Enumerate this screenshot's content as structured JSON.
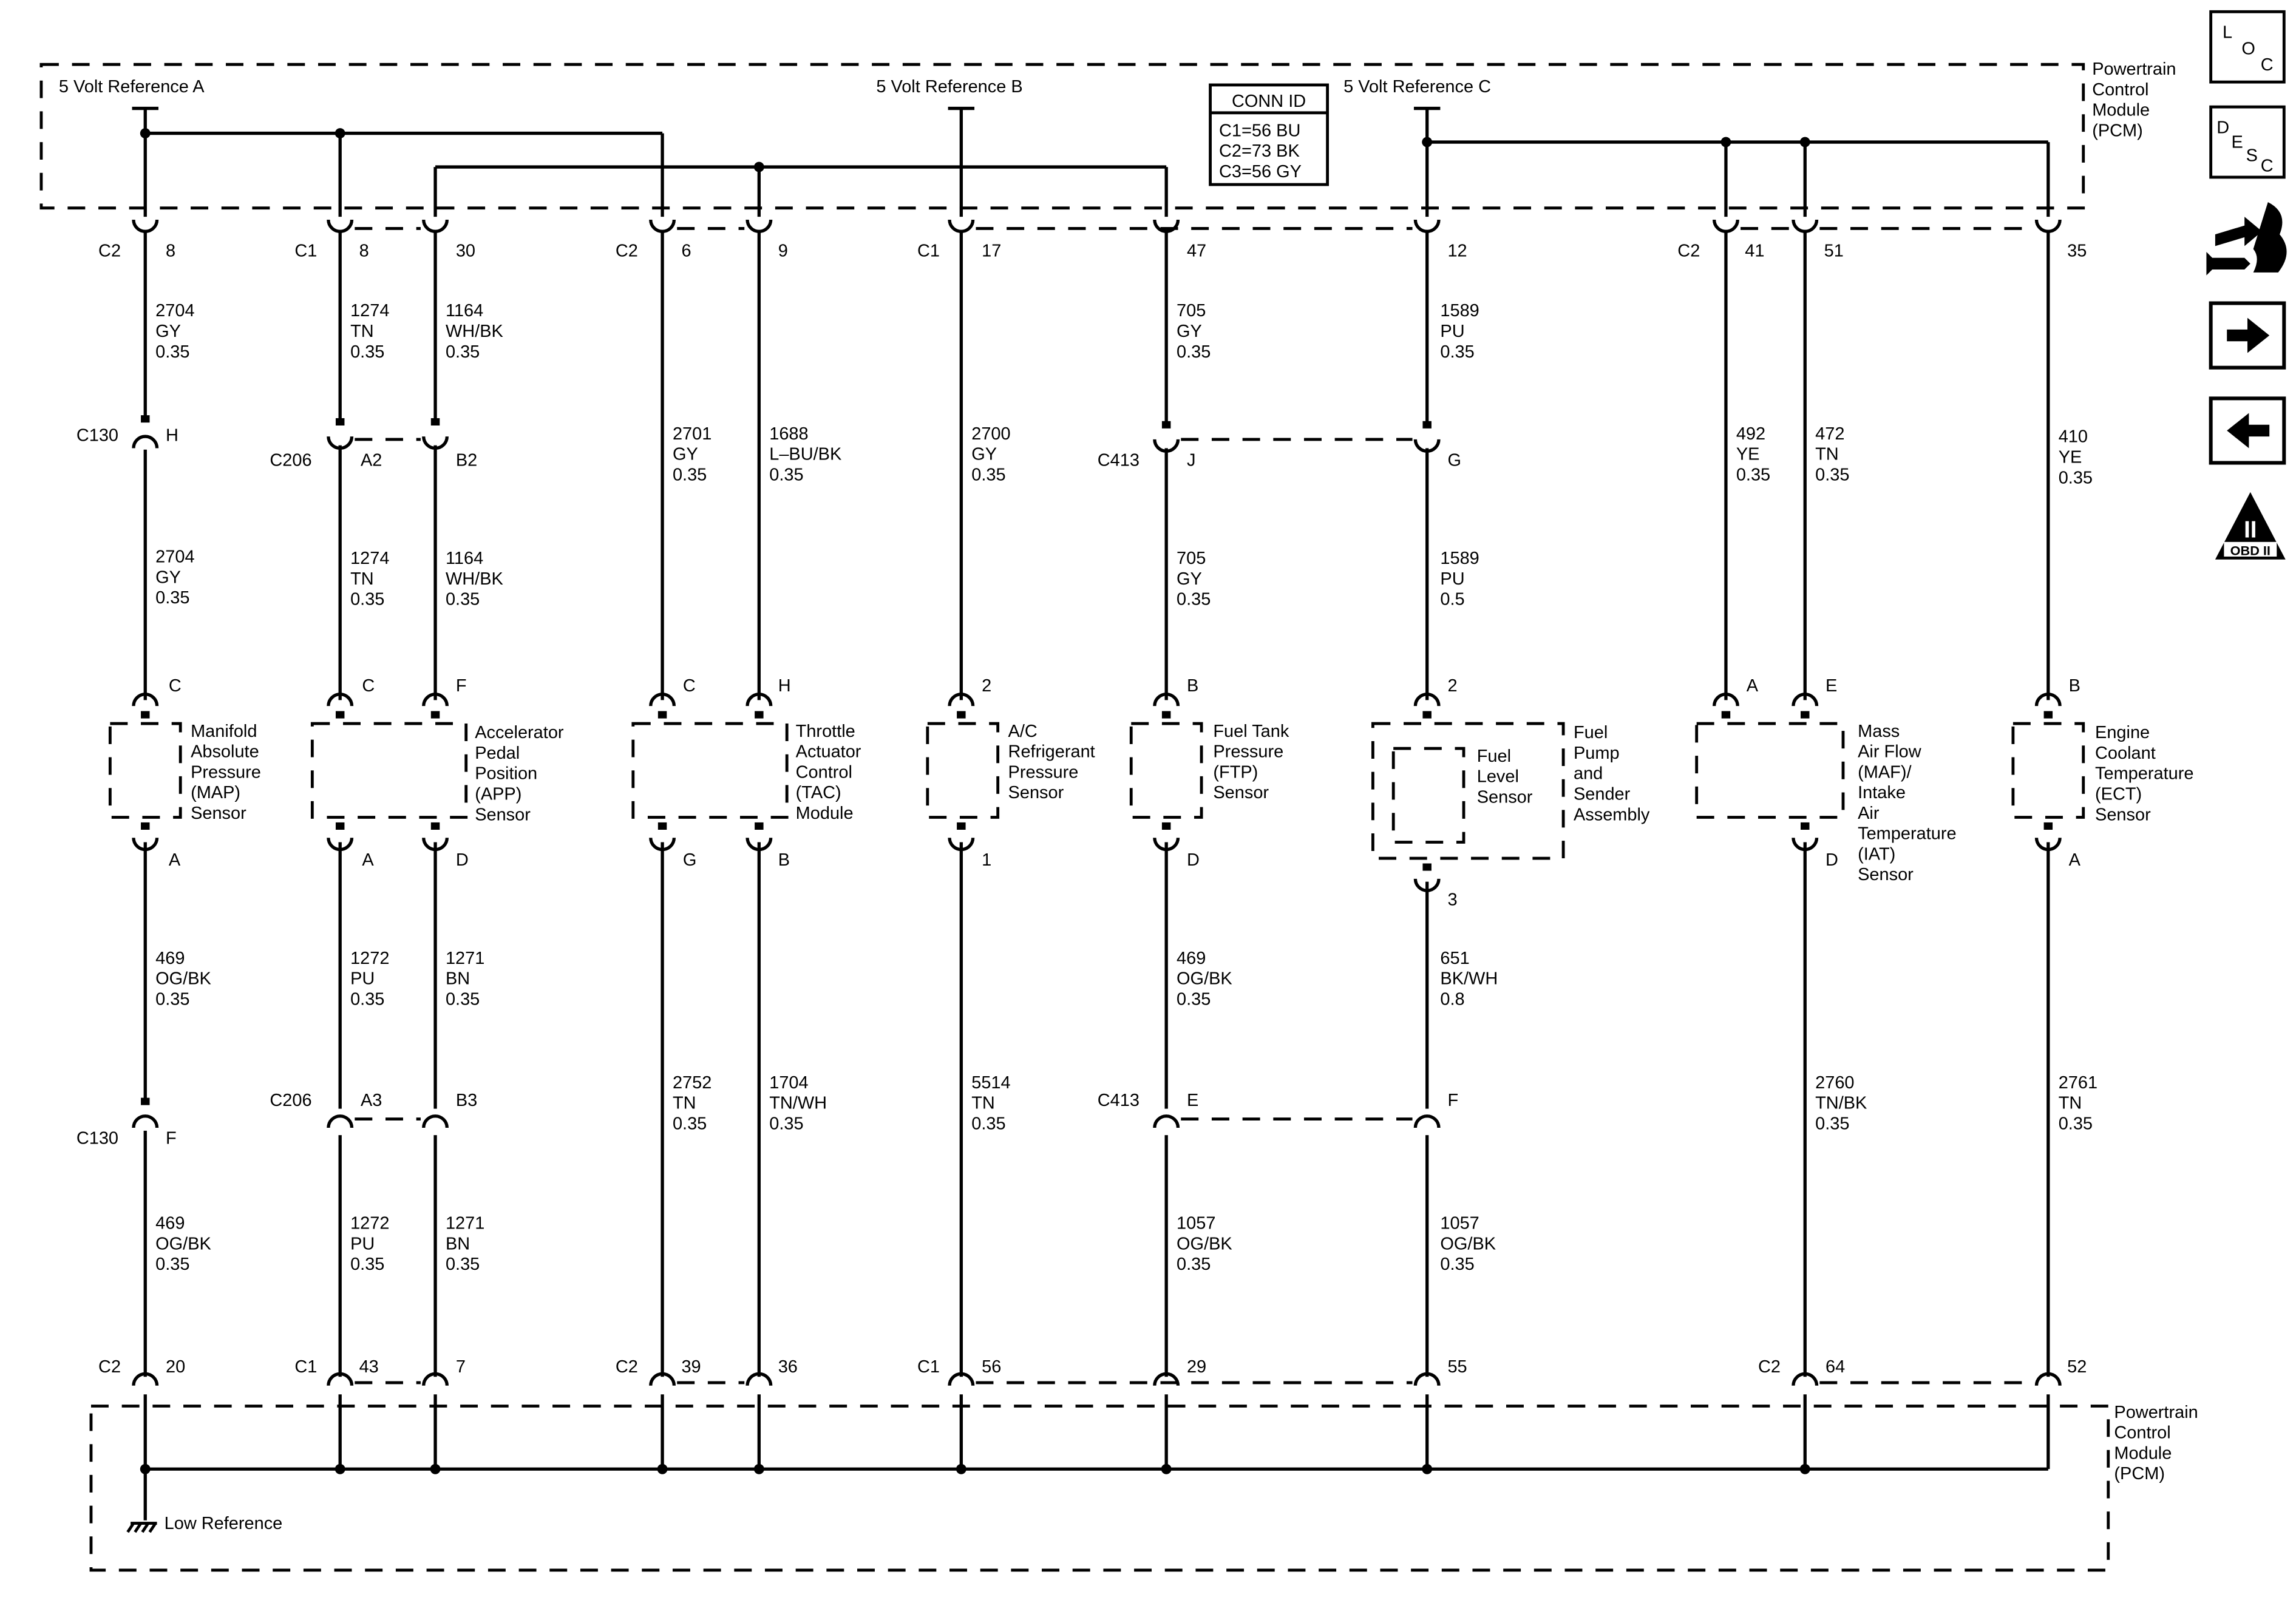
{
  "pcm_top": {
    "label_lines": [
      "Powertrain",
      "Control",
      "Module",
      "(PCM)"
    ],
    "ref_a": "5 Volt Reference A",
    "ref_b": "5 Volt Reference B",
    "ref_c": "5 Volt Reference C"
  },
  "conn_id": {
    "title": "CONN ID",
    "lines": [
      "C1=56 BU",
      "C2=73 BK",
      "C3=56 GY"
    ]
  },
  "pcm_bottom": {
    "label_lines": [
      "Powertrain",
      "Control",
      "Module",
      "(PCM)"
    ],
    "ground_label": "Low Reference"
  },
  "sidebar": {
    "loc": [
      "L",
      "O",
      "C"
    ],
    "desc": [
      "D",
      "E",
      "S",
      "C"
    ],
    "obd": "OBD II",
    "obd_numeral": "II"
  },
  "top_pins": {
    "c2_8_conn": "C2",
    "c2_8_pin": "8",
    "c1_8_conn": "C1",
    "c1_8_pin": "8",
    "p30": "30",
    "c2_6_conn": "C2",
    "c2_6_pin": "6",
    "p9": "9",
    "c1_17_conn": "C1",
    "c1_17_pin": "17",
    "p47": "47",
    "p12": "12",
    "c2_41_conn": "C2",
    "c2_41_pin": "41",
    "p51": "51",
    "p35": "35"
  },
  "bottom_pins": {
    "c2_20_conn": "C2",
    "c2_20_pin": "20",
    "c1_43_conn": "C1",
    "c1_43_pin": "43",
    "p7": "7",
    "c2_39_conn": "C2",
    "c2_39_pin": "39",
    "p36": "36",
    "c1_56_conn": "C1",
    "c1_56_pin": "56",
    "p29": "29",
    "p55": "55",
    "c2_64_conn": "C2",
    "c2_64_pin": "64",
    "p52": "52"
  },
  "inline_connectors": {
    "c130": "C130",
    "c130_h": "H",
    "c130_f": "F",
    "c206": "C206",
    "c206_a2": "A2",
    "c206_b2": "B2",
    "c206_a3": "A3",
    "c206_b3": "B3",
    "c413": "C413",
    "c413_j": "J",
    "c413_g": "G",
    "c413_e": "E",
    "c413_f": "F"
  },
  "wires": {
    "map_top": [
      "2704",
      "GY",
      "0.35"
    ],
    "map_mid": [
      "2704",
      "GY",
      "0.35"
    ],
    "map_low": [
      "469",
      "OG/BK",
      "0.35"
    ],
    "map_bot": [
      "469",
      "OG/BK",
      "0.35"
    ],
    "app1_top": [
      "1274",
      "TN",
      "0.35"
    ],
    "app1_mid": [
      "1274",
      "TN",
      "0.35"
    ],
    "app1_low": [
      "1272",
      "PU",
      "0.35"
    ],
    "app1_bot": [
      "1272",
      "PU",
      "0.35"
    ],
    "app2_top": [
      "1164",
      "WH/BK",
      "0.35"
    ],
    "app2_mid": [
      "1164",
      "WH/BK",
      "0.35"
    ],
    "app2_low": [
      "1271",
      "BN",
      "0.35"
    ],
    "app2_bot": [
      "1271",
      "BN",
      "0.35"
    ],
    "tac1_top": [
      "2701",
      "GY",
      "0.35"
    ],
    "tac1_bot": [
      "2752",
      "TN",
      "0.35"
    ],
    "tac2_top": [
      "1688",
      "L–BU/BK",
      "0.35"
    ],
    "tac2_bot": [
      "1704",
      "TN/WH",
      "0.35"
    ],
    "ac_top": [
      "2700",
      "GY",
      "0.35"
    ],
    "ac_bot": [
      "5514",
      "TN",
      "0.35"
    ],
    "ftp_top": [
      "705",
      "GY",
      "0.35"
    ],
    "ftp_mid": [
      "705",
      "GY",
      "0.35"
    ],
    "ftp_low": [
      "469",
      "OG/BK",
      "0.35"
    ],
    "ftp_bot": [
      "1057",
      "OG/BK",
      "0.35"
    ],
    "fl_top": [
      "1589",
      "PU",
      "0.35"
    ],
    "fl_mid": [
      "1589",
      "PU",
      "0.5"
    ],
    "fl_low": [
      "651",
      "BK/WH",
      "0.8"
    ],
    "fl_bot": [
      "1057",
      "OG/BK",
      "0.35"
    ],
    "maf1_top": [
      "492",
      "YE",
      "0.35"
    ],
    "maf2_top": [
      "472",
      "TN",
      "0.35"
    ],
    "maf2_bot": [
      "2760",
      "TN/BK",
      "0.35"
    ],
    "ect_top": [
      "410",
      "YE",
      "0.35"
    ],
    "ect_bot": [
      "2761",
      "TN",
      "0.35"
    ]
  },
  "components": {
    "map": {
      "lines": [
        "Manifold",
        "Absolute",
        "Pressure",
        "(MAP)",
        "Sensor"
      ],
      "pin_top": "C",
      "pin_bot": "A"
    },
    "app": {
      "lines": [
        "Accelerator",
        "Pedal",
        "Position",
        "(APP)",
        "Sensor"
      ],
      "pin_top1": "C",
      "pin_top2": "F",
      "pin_bot1": "A",
      "pin_bot2": "D"
    },
    "tac": {
      "lines": [
        "Throttle",
        "Actuator",
        "Control",
        "(TAC)",
        "Module"
      ],
      "pin_top1": "C",
      "pin_top2": "H",
      "pin_bot1": "G",
      "pin_bot2": "B"
    },
    "ac": {
      "lines": [
        "A/C",
        "Refrigerant",
        "Pressure",
        "Sensor"
      ],
      "pin_top": "2",
      "pin_bot": "1"
    },
    "ftp": {
      "lines": [
        "Fuel Tank",
        "Pressure",
        "(FTP)",
        "Sensor"
      ],
      "pin_top": "B",
      "pin_bot": "D"
    },
    "fuel": {
      "outer_lines": [
        "Fuel",
        "Pump",
        "and",
        "Sender",
        "Assembly"
      ],
      "inner_lines": [
        "Fuel",
        "Level",
        "Sensor"
      ],
      "pin_top": "2",
      "pin_bot": "3"
    },
    "maf": {
      "lines": [
        "Mass",
        "Air Flow",
        "(MAF)/",
        "Intake",
        "Air",
        "Temperature",
        "(IAT)",
        "Sensor"
      ],
      "pin_top1": "A",
      "pin_top2": "E",
      "pin_bot": "D"
    },
    "ect": {
      "lines": [
        "Engine",
        "Coolant",
        "Temperature",
        "(ECT)",
        "Sensor"
      ],
      "pin_top": "B",
      "pin_bot": "A"
    }
  }
}
